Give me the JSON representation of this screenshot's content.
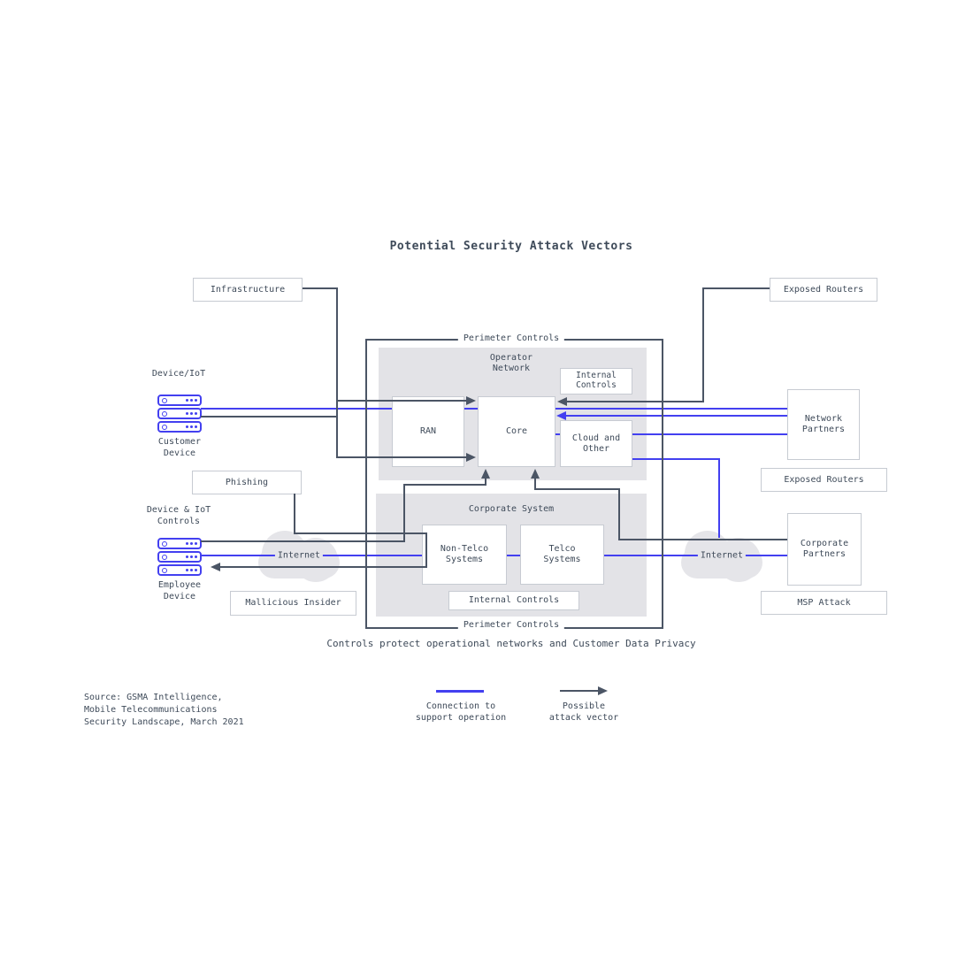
{
  "title": "Potential Security Attack Vectors",
  "caption": "Controls protect operational networks and Customer Data Privacy",
  "source_text": "Source: GSMA Intelligence,\nMobile Telecommunications\nSecurity Landscape, March 2021",
  "legend": {
    "connection_label": "Connection to\nsupport operation",
    "attack_label": "Possible\nattack vector"
  },
  "perimeter": {
    "top_label": "Perimeter Controls",
    "bottom_label": "Perimeter Controls"
  },
  "operator_network": {
    "title": "Operator\nNetwork",
    "ran": "RAN",
    "core": "Core",
    "internal_controls": "Internal\nControls",
    "cloud_and_other": "Cloud and\nOther"
  },
  "corporate_system": {
    "title": "Corporate System",
    "non_telco": "Non-Telco\nSystems",
    "telco": "Telco\nSystems",
    "internal_controls": "Internal Controls"
  },
  "left": {
    "infrastructure": "Infrastructure",
    "device_iot": "Device/IoT",
    "customer_device": "Customer\nDevice",
    "phishing": "Phishing",
    "device_and_iot_controls": "Device & IoT\nControls",
    "employee_device": "Employee\nDevice",
    "mallicious_insider": "Mallicious Insider",
    "internet": "Internet"
  },
  "right": {
    "exposed_routers_top": "Exposed Routers",
    "network_partners": "Network\nPartners",
    "exposed_routers_mid": "Exposed Routers",
    "internet": "Internet",
    "corporate_partners": "Corporate\nPartners",
    "msp_attack": "MSP Attack"
  },
  "colors": {
    "connection_blue": "#4340f0",
    "attack_dark": "#4b5565",
    "panel_gray": "#e3e3e7",
    "cloud_gray": "#e5e5e9",
    "box_border": "#c7cbd2",
    "text": "#3e4a59"
  }
}
